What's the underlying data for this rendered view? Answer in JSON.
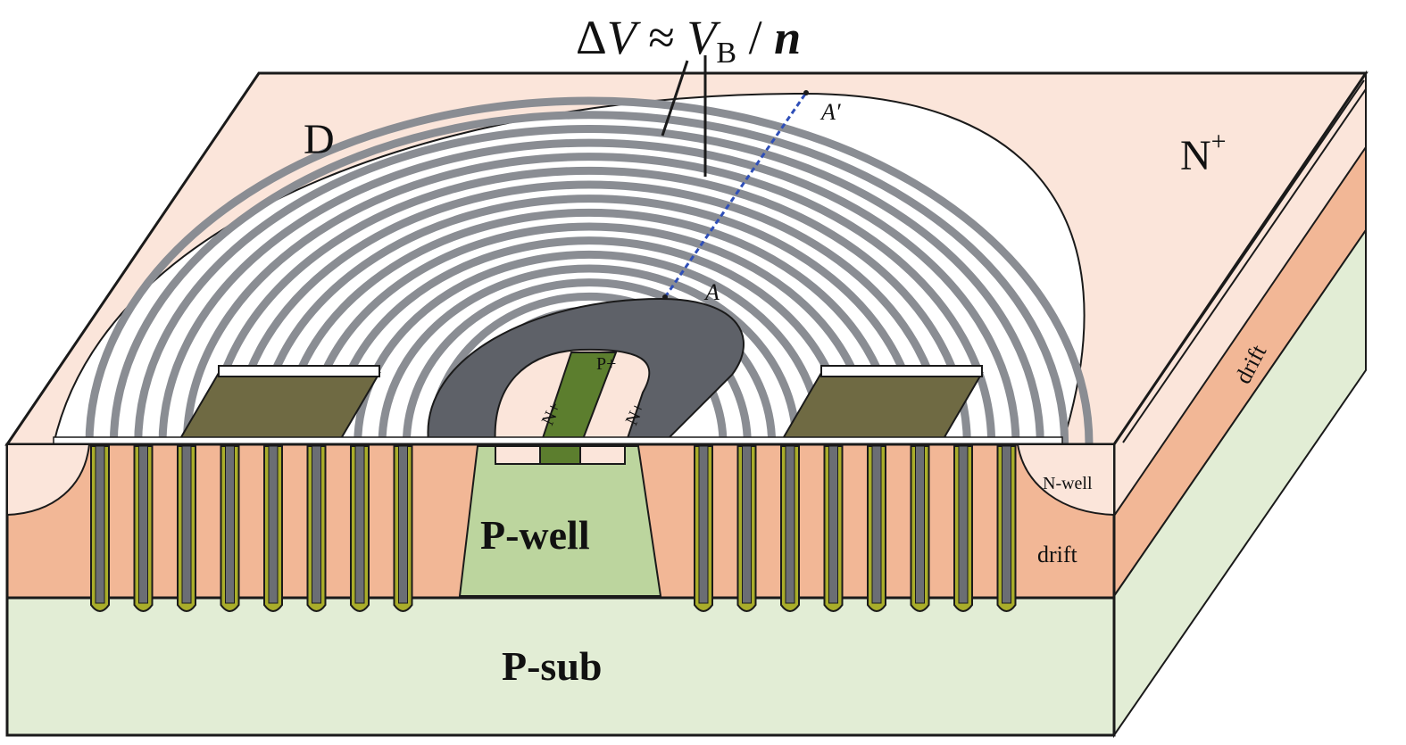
{
  "figure": {
    "title": "Spiral-field-plate LDMOS with deep trench (3D schematic)",
    "formula": {
      "prefix": "Δ",
      "v": "V",
      "approx": " ≈ ",
      "vb": "V",
      "vb_sub": "B",
      "slash": " / ",
      "n": "n"
    },
    "labels": {
      "drain": "D",
      "n_plus_top": "N",
      "n_plus_sup": "+",
      "point_a": "A",
      "point_a_prime": "A′",
      "p_plus": "P+",
      "n_plus_left": "N+",
      "n_plus_right": "N+",
      "p_well": "P-well",
      "p_sub": "P-sub",
      "n_well": "N-well",
      "drift_front": "drift",
      "drift_side": "drift"
    },
    "spiral_turns": 16,
    "trench_count_left": 8,
    "trench_count_right": 8,
    "colors": {
      "n_plus_light": "#fbe5da",
      "drift": "#f2b796",
      "p_sub": "#e2edd5",
      "p_well": "#bcd59e",
      "p_plus": "#5c7e2e",
      "spiral_gray": "#8a8d93",
      "gate_gray": "#5e6168",
      "trench_fill": "#6b6e74",
      "trench_liner": "#a9ad2a",
      "cut_line": "#2f4fb8",
      "outline": "#1a1a1a"
    }
  }
}
